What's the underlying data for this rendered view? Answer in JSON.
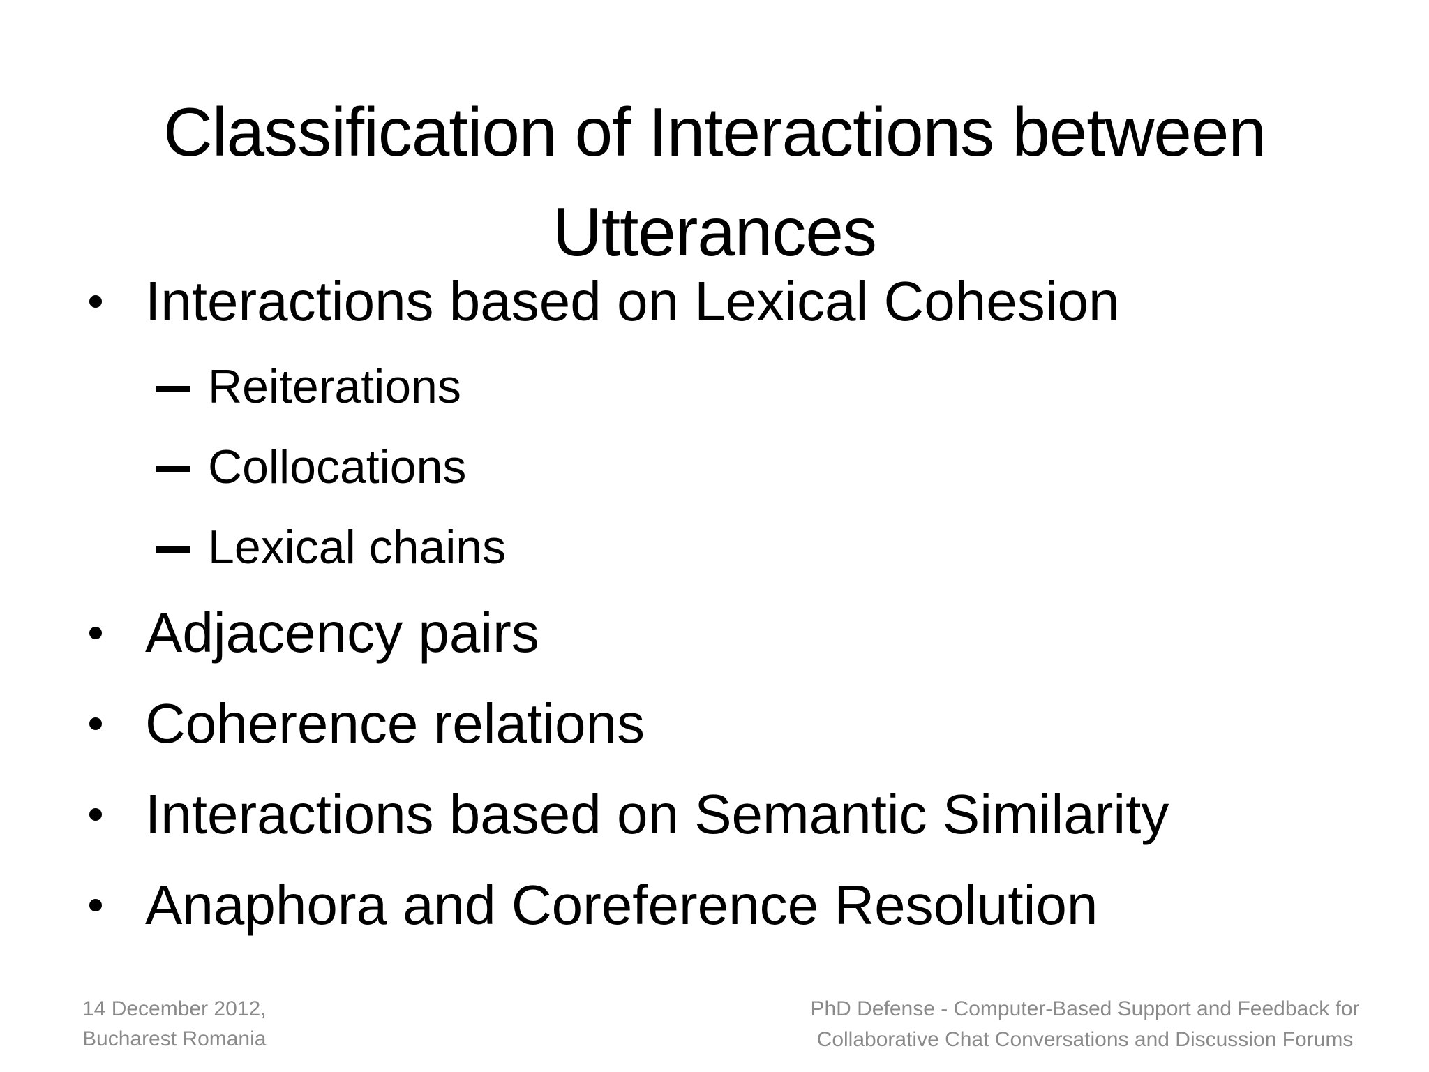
{
  "slide": {
    "title": {
      "lines": [
        "Classification of Interactions between",
        "Utterances"
      ]
    },
    "bullets": [
      {
        "level": 1,
        "marker": "bullet-dot",
        "text": "Interactions based on Lexical Cohesion"
      },
      {
        "level": 2,
        "marker": "dash",
        "text": "Reiterations"
      },
      {
        "level": 2,
        "marker": "dash",
        "text": "Collocations"
      },
      {
        "level": 2,
        "marker": "dash",
        "text": "Lexical chains"
      },
      {
        "level": 1,
        "marker": "bullet-dot",
        "text": "Adjacency pairs"
      },
      {
        "level": 1,
        "marker": "bullet-dot",
        "text": "Coherence relations"
      },
      {
        "level": 1,
        "marker": "bullet-dot",
        "text": "Interactions based on Semantic Similarity"
      },
      {
        "level": 1,
        "marker": "bullet-dot",
        "text": "Anaphora and Coreference Resolution"
      }
    ],
    "footer_left": {
      "lines": [
        "14 December 2012,",
        "Bucharest Romania"
      ]
    },
    "footer_right": {
      "lines": [
        "PhD Defense - Computer-Based Support and Feedback for",
        "Collaborative Chat Conversations and Discussion Forums"
      ]
    },
    "colors": {
      "text": "#000000",
      "footer_text": "#8a8a8a",
      "background": "#ffffff"
    }
  }
}
